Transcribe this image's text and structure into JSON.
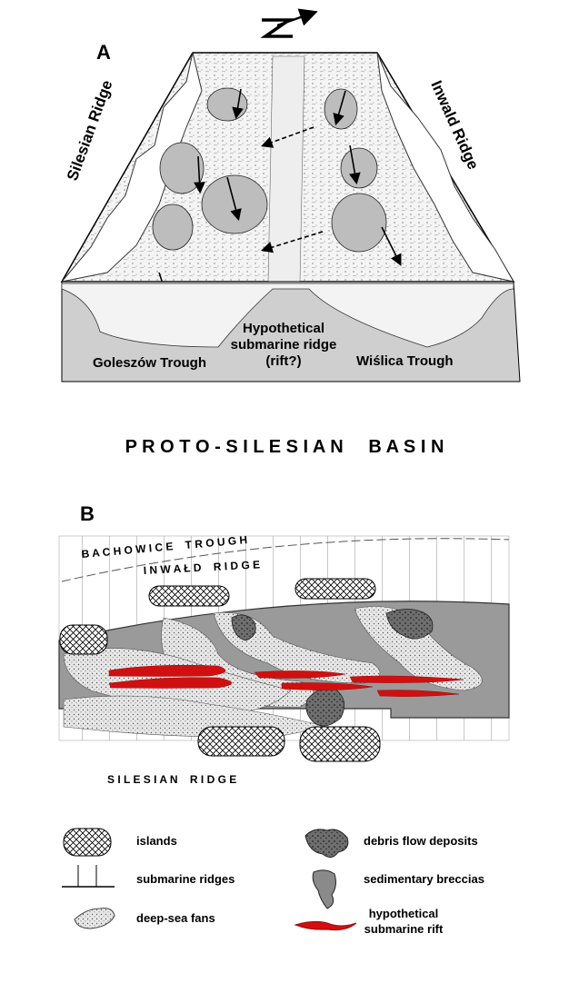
{
  "panel_a": {
    "label": "A",
    "left_ridge": "Silesian Ridge",
    "right_ridge": "Inwald Ridge",
    "left_trough": "Goleszów Trough",
    "center_ridge_line1": "Hypothetical",
    "center_ridge_line2": "submarine ridge",
    "center_ridge_line3": "(rift?)",
    "right_trough": "Wiślica Trough"
  },
  "basin_title": "P R O T O - S I L E S I A N     B A S I N",
  "panel_b": {
    "label": "B",
    "top_trough": "B A C H O W I C E    T R O U G H",
    "top_ridge": "I N W A Ł D    R I D G E",
    "bottom_ridge": "S I L E S I A N    R I D G E"
  },
  "legend": {
    "islands": "islands",
    "submarine_ridges": "submarine ridges",
    "deep_sea_fans": "deep-sea fans",
    "debris_flow": "debris flow deposits",
    "breccias": "sedimentary breccias",
    "rift_line1": "hypothetical",
    "rift_line2": "submarine rift"
  },
  "colors": {
    "basin_gray": "#9a9a9a",
    "section_gray": "#cfcfcf",
    "fan_fill": "#e6e6e6",
    "rift_red": "#d01010",
    "debris_dark": "#6e6e6e"
  }
}
